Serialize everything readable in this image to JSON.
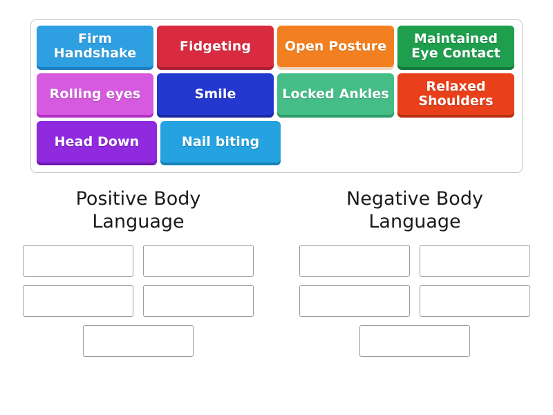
{
  "activity": {
    "type": "group-sort",
    "word_bank": {
      "tiles": [
        {
          "label": "Firm Handshake",
          "color": "#2e9fe0",
          "shadow": "#1a7fc0"
        },
        {
          "label": "Fidgeting",
          "color": "#d92b40",
          "shadow": "#ad1f31"
        },
        {
          "label": "Open Posture",
          "color": "#f38020",
          "shadow": "#c9641048"
        },
        {
          "label": "Maintained Eye Contact",
          "color": "#1f9e4e",
          "shadow": "#13783a"
        },
        {
          "label": "Rolling eyes",
          "color": "#d55ae0",
          "shadow": "#b22fc4"
        },
        {
          "label": "Smile",
          "color": "#2438cf",
          "shadow": "#1a27a0"
        },
        {
          "label": "Locked Ankles",
          "color": "#45bd87",
          "shadow": "#2e9b6a"
        },
        {
          "label": "Relaxed Shoulders",
          "color": "#e8401a",
          "shadow": "#b82d10"
        },
        {
          "label": "Head Down",
          "color": "#8f2ade",
          "shadow": "#7019b4"
        },
        {
          "label": "Nail biting",
          "color": "#25a3e0",
          "shadow": "#1682b8"
        }
      ]
    },
    "categories": [
      {
        "title": "Positive Body Language",
        "slot_count": 5,
        "slots": [
          "",
          "",
          "",
          "",
          ""
        ]
      },
      {
        "title": "Negative Body Language",
        "slot_count": 5,
        "slots": [
          "",
          "",
          "",
          "",
          ""
        ]
      }
    ]
  }
}
